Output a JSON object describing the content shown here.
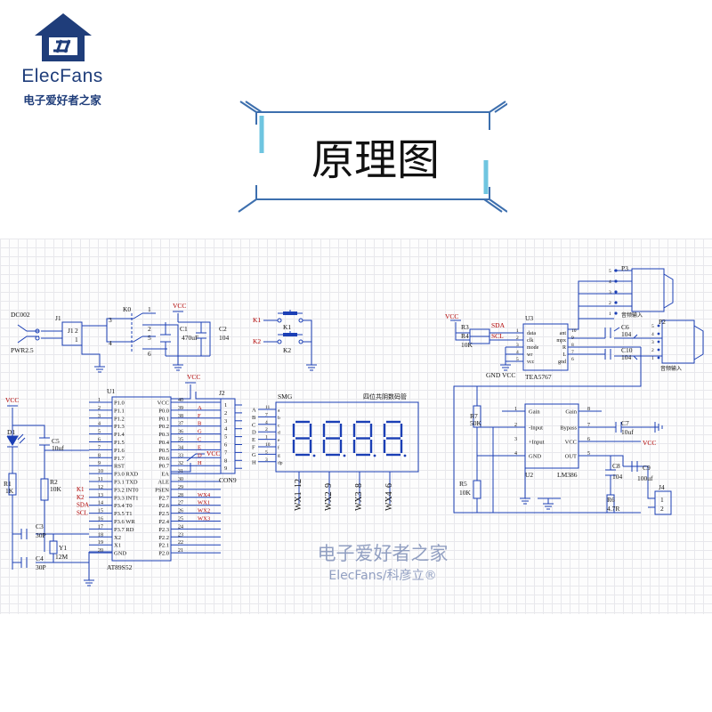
{
  "logo": {
    "name": "ElecFans",
    "subtitle": "电子爱好者之家"
  },
  "title": "原理图",
  "watermark": {
    "line1": "电子爱好者之家",
    "line2": "ElecFans/科彦立®"
  },
  "colors": {
    "brand": "#1f3d7a",
    "wire": "#1b3fb5",
    "net_label": "#b00000",
    "watermark": "#8090b8"
  },
  "schematic": {
    "power": {
      "connector": "DC002",
      "connector_type": "PWR2.5",
      "header": "J1",
      "header_pins": [
        "2",
        "1"
      ],
      "switch": "K0",
      "switch_pins": [
        "1",
        "2",
        "3",
        "4",
        "5",
        "6"
      ],
      "vcc": "VCC",
      "c1": "C1",
      "c1_value": "470uF",
      "c2": "C2",
      "c2_value": "104"
    },
    "keys": {
      "k1_net": "K1",
      "k1": "K1",
      "k2_net": "K2",
      "k2": "K2"
    },
    "reset": {
      "vcc": "VCC",
      "led": "D1",
      "r1": "R1",
      "r1_value": "1K",
      "r2": "R2",
      "r2_value": "10K",
      "c5": "C5",
      "c5_value": "10uf"
    },
    "crystal": {
      "c3": "C3",
      "c3_value": "30P",
      "c4": "C4",
      "c4_value": "30P",
      "y1": "Y1",
      "y1_value": "12M"
    },
    "mcu": {
      "ref": "U1",
      "part": "AT89S52",
      "left_pins": [
        {
          "num": "1",
          "name": "P1.0"
        },
        {
          "num": "2",
          "name": "P1.1"
        },
        {
          "num": "3",
          "name": "P1.2"
        },
        {
          "num": "4",
          "name": "P1.3"
        },
        {
          "num": "5",
          "name": "P1.4"
        },
        {
          "num": "6",
          "name": "P1.5"
        },
        {
          "num": "7",
          "name": "P1.6"
        },
        {
          "num": "8",
          "name": "P1.7"
        },
        {
          "num": "9",
          "name": "RST"
        },
        {
          "num": "10",
          "name": "P3.0 RXD"
        },
        {
          "num": "11",
          "name": "P3.1 TXD"
        },
        {
          "num": "12",
          "name": "P3.2 INT0"
        },
        {
          "num": "13",
          "name": "P3.3 INT1"
        },
        {
          "num": "14",
          "name": "P3.4 T0"
        },
        {
          "num": "15",
          "name": "P3.5 T1"
        },
        {
          "num": "16",
          "name": "P3.6 WR"
        },
        {
          "num": "17",
          "name": "P3.7 RD"
        },
        {
          "num": "18",
          "name": "X2"
        },
        {
          "num": "19",
          "name": "X1"
        },
        {
          "num": "20",
          "name": "GND"
        }
      ],
      "right_pins": [
        {
          "num": "40",
          "name": "VCC"
        },
        {
          "num": "39",
          "name": "P0.0"
        },
        {
          "num": "38",
          "name": "P0.1"
        },
        {
          "num": "37",
          "name": "P0.2"
        },
        {
          "num": "36",
          "name": "P0.3"
        },
        {
          "num": "35",
          "name": "P0.4"
        },
        {
          "num": "34",
          "name": "P0.5"
        },
        {
          "num": "33",
          "name": "P0.6"
        },
        {
          "num": "32",
          "name": "P0.7"
        },
        {
          "num": "31",
          "name": "EA"
        },
        {
          "num": "30",
          "name": "ALE"
        },
        {
          "num": "29",
          "name": "PSEN"
        },
        {
          "num": "28",
          "name": "P2.7"
        },
        {
          "num": "27",
          "name": "P2.6"
        },
        {
          "num": "26",
          "name": "P2.5"
        },
        {
          "num": "25",
          "name": "P2.4"
        },
        {
          "num": "24",
          "name": "P2.3"
        },
        {
          "num": "23",
          "name": "P2.2"
        },
        {
          "num": "22",
          "name": "P2.1"
        },
        {
          "num": "21",
          "name": "P2.0"
        }
      ],
      "left_nets": [
        {
          "pin": "12",
          "label": "K1"
        },
        {
          "pin": "13",
          "label": "K2"
        },
        {
          "pin": "14",
          "label": "SDA"
        },
        {
          "pin": "15",
          "label": "SCL"
        }
      ],
      "right_nets": [
        {
          "pin": "39",
          "label": "A"
        },
        {
          "pin": "38",
          "label": "F"
        },
        {
          "pin": "37",
          "label": "B"
        },
        {
          "pin": "36",
          "label": "G"
        },
        {
          "pin": "35",
          "label": "C"
        },
        {
          "pin": "34",
          "label": "E"
        },
        {
          "pin": "33",
          "label": "D"
        },
        {
          "pin": "32",
          "label": "H"
        },
        {
          "pin": "28",
          "label": "WX4"
        },
        {
          "pin": "27",
          "label": "WX1"
        },
        {
          "pin": "26",
          "label": "WX2"
        },
        {
          "pin": "25",
          "label": "WX3"
        }
      ],
      "vcc": "VCC",
      "ea_vcc": "VCC"
    },
    "pullup": {
      "ref": "J2",
      "part": "CON9",
      "pins": [
        "1",
        "2",
        "3",
        "4",
        "5",
        "6",
        "7",
        "8",
        "9"
      ]
    },
    "display": {
      "ref": "SMG",
      "caption": "四位共阴数码管",
      "segments": [
        {
          "letter": "A",
          "pin": "11"
        },
        {
          "letter": "B",
          "pin": "7"
        },
        {
          "letter": "C",
          "pin": "4"
        },
        {
          "letter": "D",
          "pin": "2"
        },
        {
          "letter": "E",
          "pin": "1"
        },
        {
          "letter": "F",
          "pin": "10"
        },
        {
          "letter": "G",
          "pin": "5"
        },
        {
          "letter": "H",
          "pin": "3"
        }
      ],
      "seg_names": [
        "a",
        "b",
        "c",
        "d",
        "e",
        "f",
        "g",
        "dp"
      ],
      "digits": [
        {
          "net": "WX1",
          "pin": "12"
        },
        {
          "net": "WX2",
          "pin": "9"
        },
        {
          "net": "WX3",
          "pin": "8"
        },
        {
          "net": "WX4",
          "pin": "6"
        }
      ]
    },
    "radio": {
      "ref": "U3",
      "part": "TEA5767",
      "vcc": "VCC",
      "left_pins": [
        {
          "num": "1",
          "name": "data"
        },
        {
          "num": "2",
          "name": "clk"
        },
        {
          "num": "3",
          "name": "mode"
        },
        {
          "num": "4",
          "name": "wr"
        },
        {
          "num": "5",
          "name": "vcc"
        }
      ],
      "right_pins": [
        {
          "num": "10",
          "name": "ant"
        },
        {
          "num": "9",
          "name": "mpx"
        },
        {
          "num": "8",
          "name": "R"
        },
        {
          "num": "7",
          "name": "L"
        },
        {
          "num": "6",
          "name": "gnd"
        }
      ],
      "r3": "R3",
      "r4": "R4",
      "r4_value": "10K",
      "sda": "SDA",
      "scl": "SCL",
      "gnd_label": "GND",
      "vcc_label": "VCC"
    },
    "audio_jacks": {
      "p3": "P3",
      "p2": "P2",
      "p3_pins": [
        "5",
        "4",
        "3",
        "2",
        "1"
      ],
      "p2_pins": [
        "5",
        "4",
        "3",
        "2",
        "1"
      ],
      "p2_caption_1": "音频输入",
      "p2_caption_2": "音频输入",
      "c6": "C6",
      "c6_value": "104",
      "c10": "C10",
      "c10_value": "104"
    },
    "amplifier": {
      "ref": "U2",
      "part": "LM386",
      "left_pins": [
        {
          "num": "1",
          "name": "Gain"
        },
        {
          "num": "2",
          "name": "-Input"
        },
        {
          "num": "3",
          "name": "+Input"
        },
        {
          "num": "4",
          "name": "GND"
        }
      ],
      "right_pins": [
        {
          "num": "8",
          "name": "Gain"
        },
        {
          "num": "7",
          "name": "Bypass"
        },
        {
          "num": "6",
          "name": "VCC"
        },
        {
          "num": "5",
          "name": "OUT"
        }
      ],
      "r7": "R7",
      "r7_value": "50K",
      "r5": "R5",
      "r5_value": "10K",
      "c7": "C7",
      "c7_value": "10uf",
      "vcc": "VCC",
      "c8": "C8",
      "c8_value": "104",
      "c9": "C9",
      "c9_value": "100uf",
      "r6": "R6",
      "r6_value": "4.7R",
      "j4": "J4",
      "j4_pins": [
        "1",
        "2"
      ]
    }
  }
}
